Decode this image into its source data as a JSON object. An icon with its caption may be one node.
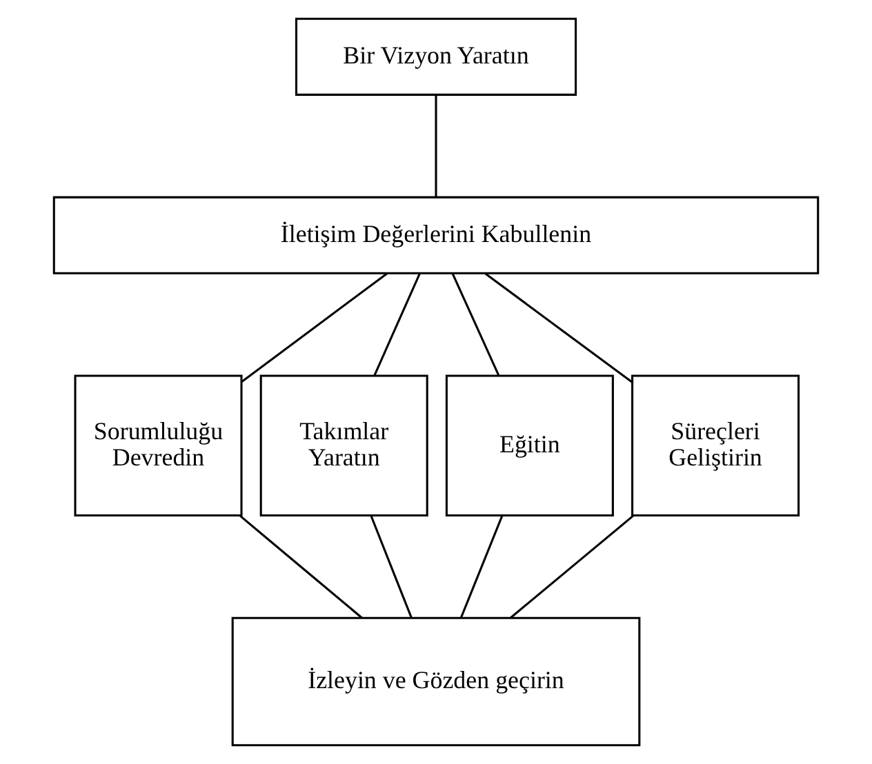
{
  "diagram": {
    "nodes": [
      {
        "text": [
          "Bir Vizyon Yaratın"
        ]
      },
      {
        "text": [
          "İletişim Değerlerini Kabullenin"
        ]
      },
      {
        "text": [
          "Sorumluluğu Devredin"
        ]
      },
      {
        "text": [
          "Takımlar Yaratın"
        ]
      },
      {
        "text": [
          "Eğitin"
        ]
      },
      {
        "text": [
          "Süreçleri Geliştirin"
        ]
      },
      {
        "text": [
          "İzleyin ve Gözden geçirin"
        ]
      }
    ],
    "edges": [
      {
        "from": 0,
        "to": 1,
        "arrow": "none"
      },
      {
        "from": 1,
        "to": 2,
        "arrow": "none"
      },
      {
        "from": 1,
        "to": 3,
        "arrow": "none"
      },
      {
        "from": 1,
        "to": 4,
        "arrow": "none"
      },
      {
        "from": 1,
        "to": 5,
        "arrow": "none"
      },
      {
        "from": 2,
        "to": 6,
        "arrow": "none"
      },
      {
        "from": 3,
        "to": 6,
        "arrow": "none"
      },
      {
        "from": 4,
        "to": 6,
        "arrow": "none"
      },
      {
        "from": 5,
        "to": 6,
        "arrow": "none"
      }
    ]
  }
}
